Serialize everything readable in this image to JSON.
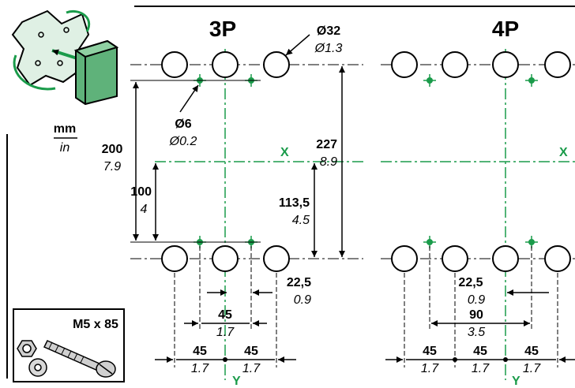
{
  "diagram": {
    "panel_3p_title": "3P",
    "panel_4p_title": "4P",
    "units": {
      "primary": "mm",
      "secondary": "in"
    },
    "hole_large": {
      "dia_mm": "Ø32",
      "dia_in": "Ø1.3"
    },
    "hole_small": {
      "dia_mm": "Ø6",
      "dia_in": "Ø0.2"
    },
    "dim_200": {
      "mm": "200",
      "in": "7.9"
    },
    "dim_100": {
      "mm": "100",
      "in": "4"
    },
    "dim_227": {
      "mm": "227",
      "in": "8.9"
    },
    "dim_113": {
      "mm": "113,5",
      "in": "4.5"
    },
    "dim_22_5": {
      "mm": "22,5",
      "in": "0.9"
    },
    "dim_45": {
      "mm": "45",
      "in": "1.7"
    },
    "dim_90": {
      "mm": "90",
      "in": "3.5"
    },
    "axis_x": "X",
    "axis_y": "Y",
    "screw_label": "M5 x 85",
    "colors": {
      "green": "#1a9b4a",
      "line": "#000000"
    }
  }
}
